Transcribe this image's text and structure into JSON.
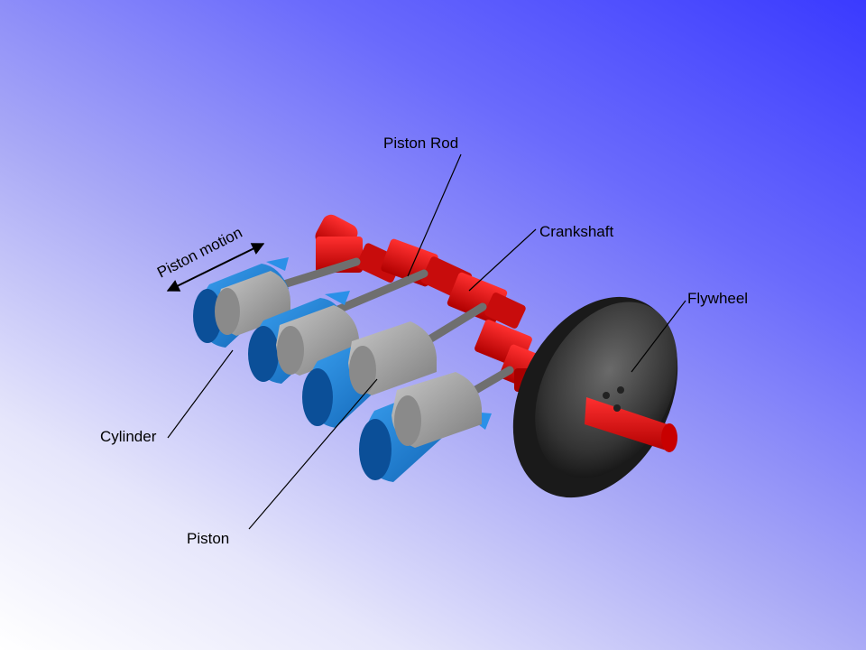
{
  "labels": {
    "piston_rod": "Piston Rod",
    "crankshaft": "Crankshaft",
    "flywheel": "Flywheel",
    "cylinder": "Cylinder",
    "piston": "Piston",
    "piston_motion": "Piston motion"
  },
  "colors": {
    "cylinder": "#1e7fd6",
    "piston": "#9a9a9a",
    "crankshaft": "#e01010",
    "flywheel": "#2e2e2e",
    "rod": "#7a7a7a"
  },
  "parts": [
    "cylinder",
    "piston",
    "piston-rod",
    "crankshaft",
    "flywheel"
  ]
}
